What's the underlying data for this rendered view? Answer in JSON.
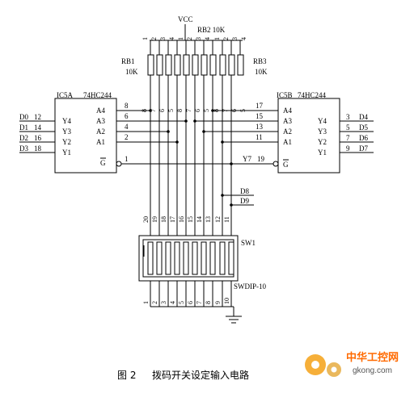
{
  "caption": {
    "figure": "图 2",
    "title": "拨码开关设定输入电路"
  },
  "vcc": "VCC",
  "rb2": {
    "name": "RB2",
    "value": "10K",
    "pins": [
      "1",
      "2",
      "3",
      "4"
    ]
  },
  "rb1": {
    "name": "RB1",
    "value": "10K",
    "pins": [
      "1",
      "2",
      "3",
      "4"
    ]
  },
  "rb3": {
    "name": "RB3",
    "value": "10K",
    "pins": [
      "1",
      "2",
      "3",
      "4"
    ]
  },
  "rb1_bottom_pins": [
    "8",
    "7",
    "6",
    "5"
  ],
  "rb2_bottom_pins": [
    "8",
    "7",
    "6",
    "5"
  ],
  "rb3_bottom_pins": [
    "8",
    "7",
    "6",
    "5"
  ],
  "ic5a": {
    "ref": "IC5A",
    "part": "74HC244",
    "in_pins": [
      {
        "label": "A4",
        "pin": "8"
      },
      {
        "label": "A3",
        "pin": "6"
      },
      {
        "label": "A2",
        "pin": "4"
      },
      {
        "label": "A1",
        "pin": "2"
      }
    ],
    "out_pins": [
      {
        "label": "Y4",
        "pin": "12",
        "net": "D0"
      },
      {
        "label": "Y3",
        "pin": "14",
        "net": "D1"
      },
      {
        "label": "Y2",
        "pin": "16",
        "net": "D2"
      },
      {
        "label": "Y1",
        "pin": "18",
        "net": "D3"
      }
    ],
    "enable": {
      "label": "G",
      "pin": "1"
    }
  },
  "ic5b": {
    "ref": "IC5B",
    "part": "74HC244",
    "in_pins": [
      {
        "label": "A4",
        "pin": "17"
      },
      {
        "label": "A3",
        "pin": "15"
      },
      {
        "label": "A2",
        "pin": "13"
      },
      {
        "label": "A1",
        "pin": "11"
      }
    ],
    "out_pins": [
      {
        "label": "Y4",
        "pin": "3",
        "net": "D4"
      },
      {
        "label": "Y3",
        "pin": "5",
        "net": "D5"
      },
      {
        "label": "Y2",
        "pin": "7",
        "net": "D6"
      },
      {
        "label": "Y1",
        "pin": "9",
        "net": "D7"
      }
    ],
    "enable": {
      "label": "G",
      "pin": "19",
      "net": "Y7"
    }
  },
  "extra_nets": [
    "D8",
    "D9"
  ],
  "sw1": {
    "ref": "SW1",
    "part": "SWDIP-10",
    "top_pins": [
      "20",
      "19",
      "18",
      "17",
      "16",
      "15",
      "14",
      "13",
      "12",
      "11"
    ],
    "bottom_pins": [
      "1",
      "2",
      "3",
      "4",
      "5",
      "6",
      "7",
      "8",
      "9",
      "10"
    ]
  },
  "logo": {
    "main": "中华工控网",
    "sub": "gkong.com"
  }
}
